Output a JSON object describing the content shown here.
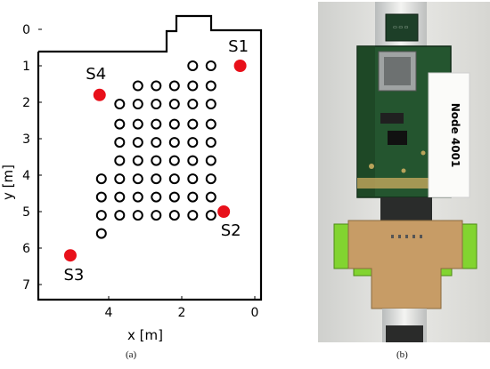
{
  "panel_a": {
    "caption": "(a)",
    "xlabel": "x [m]",
    "ylabel": "y [m]",
    "x_ticks": [
      "4",
      "2",
      "0"
    ],
    "y_ticks": [
      "0",
      "1",
      "2",
      "3",
      "4",
      "5",
      "6",
      "7"
    ],
    "sensors": [
      {
        "label": "S1",
        "x": 0.4,
        "y": 1.0
      },
      {
        "label": "S2",
        "x": 0.85,
        "y": 5.0
      },
      {
        "label": "S3",
        "x": 5.05,
        "y": 6.2
      },
      {
        "label": "S4",
        "x": 4.25,
        "y": 1.8
      }
    ],
    "sensor_color": "#e8101a",
    "column_grid": {
      "x": [
        4.2,
        3.7,
        3.2,
        2.7,
        2.2,
        1.7,
        1.2
      ],
      "y": [
        1.0,
        1.55,
        2.05,
        2.6,
        3.1,
        3.6,
        4.1,
        4.6,
        5.1,
        5.6
      ]
    }
  },
  "panel_b": {
    "caption": "(b)",
    "node_label": "Node 4001",
    "board_color": "#1f4a2a",
    "mount_color": "#7fd32a",
    "plate_color": "#c49a63"
  }
}
